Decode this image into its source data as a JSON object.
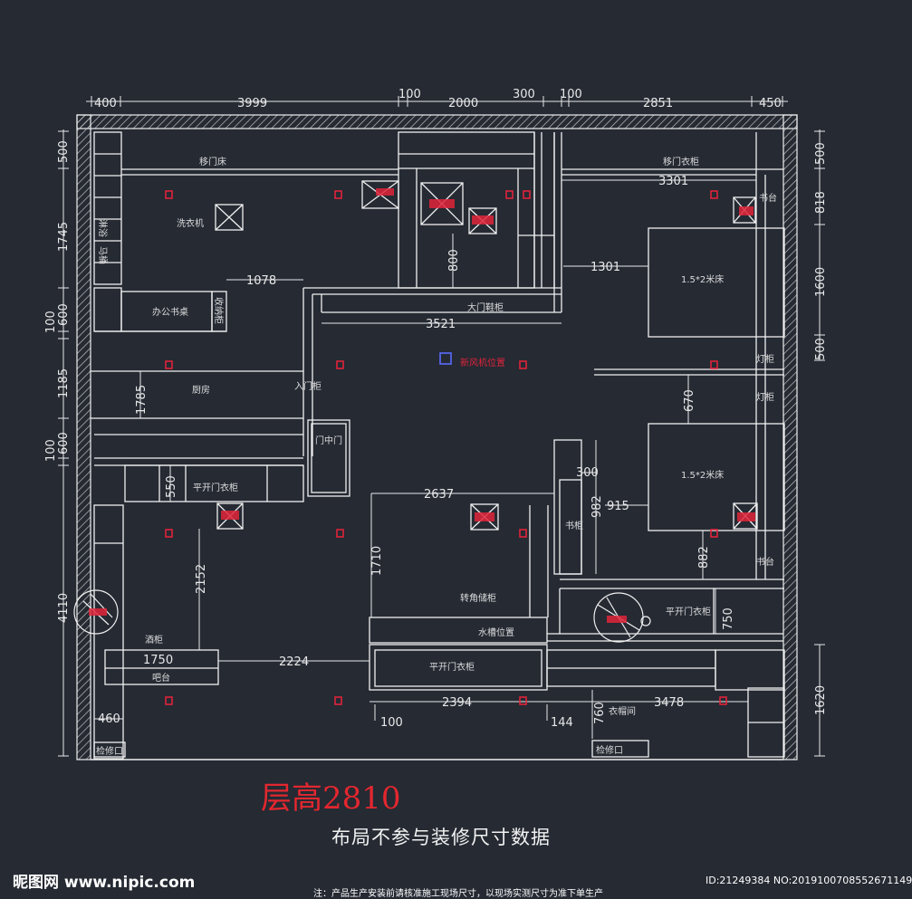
{
  "colors": {
    "background": "#252a33",
    "line": "#f0f0f0",
    "accent_red": "#e0243a",
    "hatch": "#bfbfbf"
  },
  "dimensions": {
    "top": [
      "400",
      "3999",
      "100",
      "2000",
      "300",
      "100",
      "2851",
      "450"
    ],
    "left": [
      "500",
      "1745",
      "600",
      "100",
      "1185",
      "600",
      "100",
      "4110"
    ],
    "right": [
      "500",
      "818",
      "1600",
      "500",
      "1620"
    ],
    "interior": {
      "d1078": "1078",
      "d1301": "1301",
      "d3301": "3301",
      "d3521": "3521",
      "d800": "800",
      "d1785": "1785",
      "d670": "670",
      "d2637": "2637",
      "d550": "550",
      "d300": "300",
      "d982": "982",
      "d915": "915",
      "d882": "882",
      "d2152": "2152",
      "d1710": "1710",
      "d750": "750",
      "d1750": "1750",
      "d2224": "2224",
      "d2394": "2394",
      "d3478": "3478",
      "d760": "760",
      "d460": "460",
      "d100b": "100",
      "d144": "144"
    }
  },
  "labels": {
    "top_left_wardrobe": "移门床",
    "top_right_wardrobe": "移门衣柜",
    "washer": "洗衣机",
    "office_desk": "办公书桌",
    "collect_cabinet": "收纳柜",
    "kitchen": "厨房",
    "bed1": "1.5*2米床",
    "bed2": "1.5*2米床",
    "big_door": "大门鞋柜",
    "enter_door": "入门柜",
    "door_middle": "门中门",
    "flat_door_left": "平开门衣柜",
    "side_cabinet": "书柜",
    "corner_cabinet": "转角储柜",
    "sink_position": "水槽位置",
    "flat_door_center": "平开门衣柜",
    "flat_door_right": "平开门衣柜",
    "lamp1": "灯柜",
    "lamp2": "灯柜",
    "desk1": "书台",
    "desk2": "书台",
    "wine_cabinet": "酒柜",
    "bar": "吧台",
    "cloakroom": "衣帽间",
    "hatch": "检修口",
    "hatch2": "检修口",
    "shower": "淋浴",
    "wc": "马桶",
    "center_mark": "新风机位置"
  },
  "floor_height": "层高2810",
  "disclaimer": "布局不参与装修尺寸数据",
  "watermark": {
    "site": "昵图网 www.nipic.com",
    "id": "ID:21249384 NO:20191007085526711491"
  },
  "footer_note": "注：产品生产安装前请核准施工现场尺寸，以现场实测尺寸为准下单生产"
}
